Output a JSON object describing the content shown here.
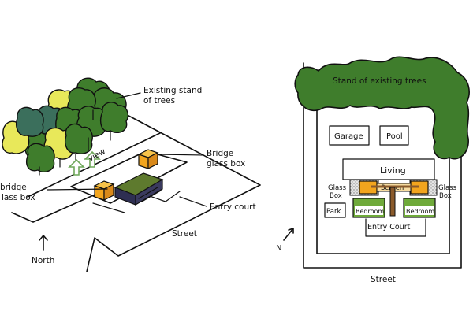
{
  "colors": {
    "tree_green": "#3f7d2c",
    "tree_dark_teal": "#3b6f5c",
    "tree_yellow": "#e8e85a",
    "glass_box_orange": "#f2a51e",
    "building_dark_navy": "#2e2f52",
    "building_olive": "#5e7a2e",
    "bedroom_green": "#6faa3a",
    "screen_brown": "#8a5a2b",
    "hatch_gray": "#cfcfcf",
    "view_arrow": "#6fa85a"
  },
  "left_sketch": {
    "labels": {
      "trees": [
        "Existing stand",
        "of trees"
      ],
      "bridge_right": [
        "Bridge",
        "glass box"
      ],
      "bridge_left": [
        "bridge",
        "lass box"
      ],
      "view": "view",
      "entry_court": "Entry court",
      "street": "Street",
      "north": "North"
    }
  },
  "right_plan": {
    "labels": {
      "trees": "Stand of existing trees",
      "garage": "Garage",
      "pool": "Pool",
      "living": "Living",
      "screen": "Screen",
      "glass_left": [
        "Glass",
        "Box"
      ],
      "glass_right": [
        "Glass",
        "Box"
      ],
      "park": "Park",
      "bedroom_left": "Bedroom",
      "bedroom_right": "Bedroom",
      "entry_court": "Entry Court",
      "street": "Street",
      "north": "N"
    }
  }
}
